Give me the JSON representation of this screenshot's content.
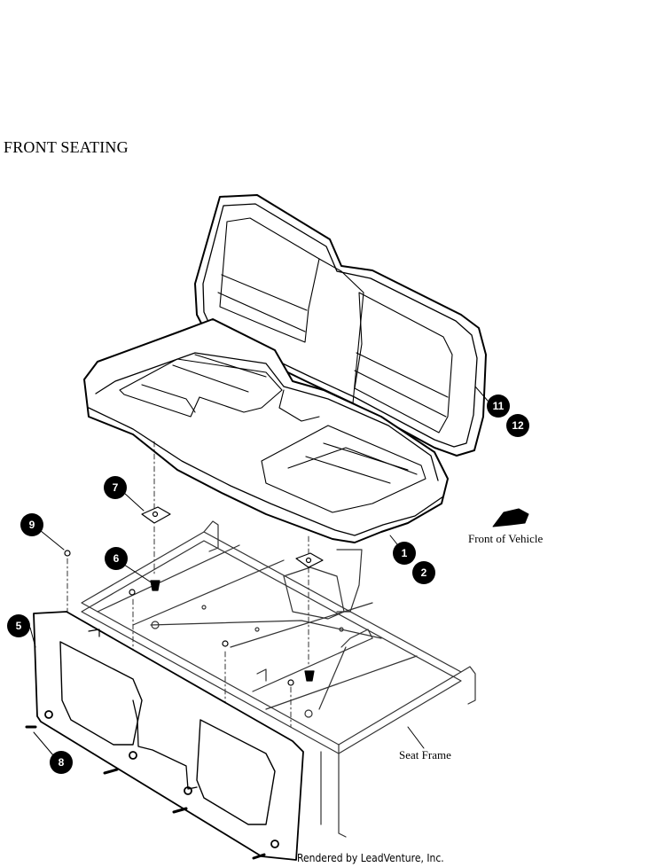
{
  "title": "FRONT SEATING",
  "labels": {
    "front_of_vehicle": "Front of Vehicle",
    "seat_frame": "Seat Frame"
  },
  "callouts": [
    "1",
    "2",
    "5",
    "6",
    "7",
    "8",
    "9",
    "11",
    "12"
  ],
  "credit": "Rendered by LeadVenture, Inc."
}
